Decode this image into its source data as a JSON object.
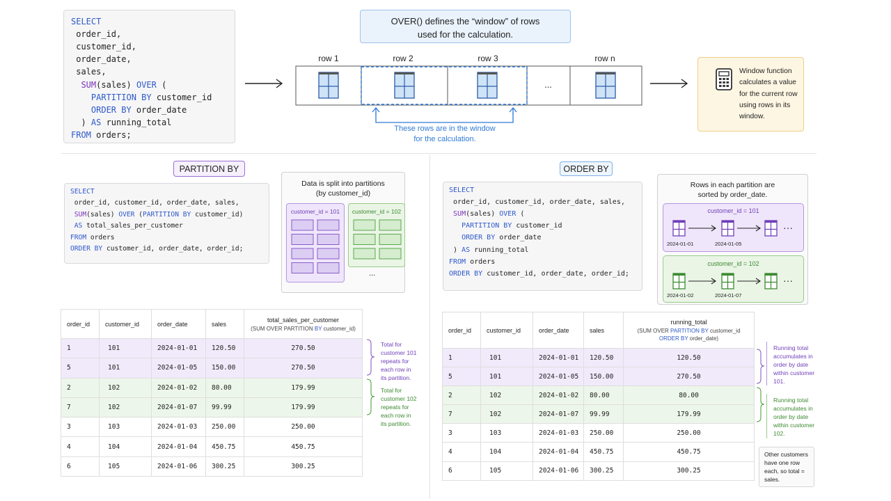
{
  "top": {
    "sql_lines": [
      "SELECT",
      " order_id,",
      " customer_id,",
      " order_date,",
      " sales,",
      "  SUM(sales) OVER (",
      "    PARTITION BY customer_id",
      "    ORDER BY order_date",
      "  ) AS running_total",
      "FROM orders;"
    ],
    "over_callout": [
      "OVER() defines the “window” of rows",
      "used for the calculation."
    ],
    "row_labels": [
      "row 1",
      "row 2",
      "row 3",
      "row n"
    ],
    "ellipsis": "...",
    "window_caption": [
      "These rows are in the window",
      "for the calculation."
    ],
    "wf_text": [
      "Window function",
      "calculates a value",
      "for the current row",
      "using rows in its",
      "window."
    ]
  },
  "partition": {
    "title": "PARTITION BY",
    "sql_lines": [
      "SELECT",
      " order_id, customer_id, order_date, sales,",
      " SUM(sales) OVER (PARTITION BY customer_id)",
      " AS total_sales_per_customer",
      "FROM orders",
      "ORDER BY customer_id, order_date, order_id;"
    ],
    "split_title": [
      "Data is split into partitions",
      "(by customer_id)"
    ],
    "p1_label": "customer_id = 101",
    "p2_label": "customer_id = 102",
    "ellipsis": "...",
    "table": {
      "headers": [
        "order_id",
        "customer_id",
        "order_date",
        "sales"
      ],
      "last_header": "total_sales_per_customer",
      "last_sub": "(SUM OVER PARTITION BY customer_id)",
      "rows": [
        [
          "1",
          "101",
          "2024-01-01",
          "120.50",
          "270.50"
        ],
        [
          "5",
          "101",
          "2024-01-05",
          "150.00",
          "270.50"
        ],
        [
          "2",
          "102",
          "2024-01-02",
          "80.00",
          "179.99"
        ],
        [
          "7",
          "102",
          "2024-01-07",
          "99.99",
          "179.99"
        ],
        [
          "3",
          "103",
          "2024-01-03",
          "250.00",
          "250.00"
        ],
        [
          "4",
          "104",
          "2024-01-04",
          "450.75",
          "450.75"
        ],
        [
          "6",
          "105",
          "2024-01-06",
          "300.25",
          "300.25"
        ]
      ]
    },
    "note1": [
      "Total for",
      "customer 101",
      "repeats for",
      "each row in",
      "its partition."
    ],
    "note2": [
      "Total for",
      "customer 102",
      "repeats for",
      "each row in",
      "its partition."
    ]
  },
  "order": {
    "title": "ORDER BY",
    "sql_lines": [
      "SELECT",
      " order_id, customer_id, order_date, sales,",
      " SUM(sales) OVER (",
      "   PARTITION BY customer_id",
      "   ORDER BY order_date",
      " ) AS running_total",
      "FROM orders",
      "ORDER BY customer_id, order_date, order_id;"
    ],
    "sorted_title": [
      "Rows in each partition are",
      "sorted by order_date."
    ],
    "p1_label": "customer_id = 101",
    "p2_label": "customer_id = 102",
    "p1_dates": [
      "2024-01-01",
      "2024-01-05"
    ],
    "p2_dates": [
      "2024-01-02",
      "2024-01-07"
    ],
    "dots": "···",
    "table": {
      "headers": [
        "order_id",
        "customer_id",
        "order_date",
        "sales"
      ],
      "last_header": "running_total",
      "last_sub1": "(SUM OVER PARTITION BY customer_id",
      "last_sub2": "ORDER BY order_date)",
      "rows": [
        [
          "1",
          "101",
          "2024-01-01",
          "120.50",
          "120.50"
        ],
        [
          "5",
          "101",
          "2024-01-05",
          "150.00",
          "270.50"
        ],
        [
          "2",
          "102",
          "2024-01-02",
          "80.00",
          "80.00"
        ],
        [
          "7",
          "102",
          "2024-01-07",
          "99.99",
          "179.99"
        ],
        [
          "3",
          "103",
          "2024-01-03",
          "250.00",
          "250.00"
        ],
        [
          "4",
          "104",
          "2024-01-04",
          "450.75",
          "450.75"
        ],
        [
          "6",
          "105",
          "2024-01-06",
          "300.25",
          "300.25"
        ]
      ]
    },
    "note1": [
      "Running total",
      "accumulates in",
      "order by date",
      "within customer",
      "101."
    ],
    "note2": [
      "Running total",
      "accumulates in",
      "order by date",
      "within customer",
      "102."
    ],
    "note3": [
      "Other customers",
      "have one row",
      "each, so total =",
      "sales."
    ]
  },
  "colors": {
    "keyword": "#2e59c9",
    "function": "#7a35b8",
    "partition_purple": "#7a35b8",
    "partition_green": "#3c8a30",
    "window_blue": "#2f7ad6",
    "wf_box": "#fdf6e3"
  },
  "icons": [
    "row-table-icon",
    "calculator-icon",
    "arrow-right-icon",
    "bracket-icon"
  ]
}
